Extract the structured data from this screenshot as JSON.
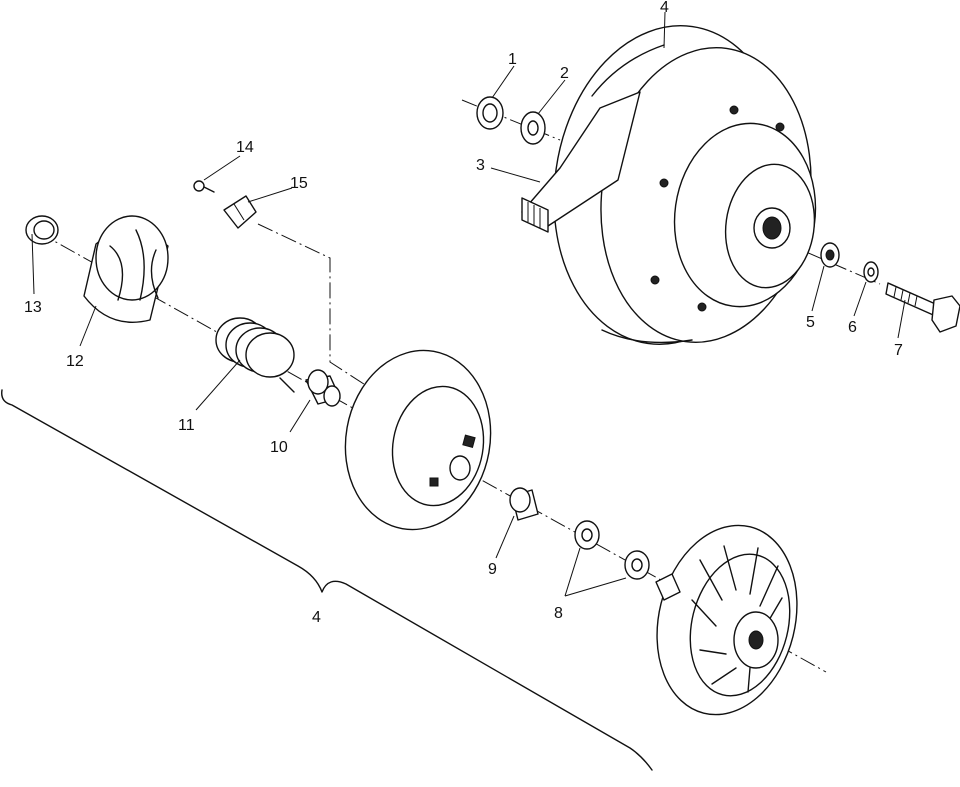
{
  "callouts": {
    "c1": "1",
    "c2": "2",
    "c3": "3",
    "c4_top": "4",
    "c5": "5",
    "c6": "6",
    "c7": "7",
    "c8": "8",
    "c9": "9",
    "c10": "10",
    "c11": "11",
    "c12": "12",
    "c13": "13",
    "c14": "14",
    "c15": "15",
    "c4_bottom": "4"
  }
}
